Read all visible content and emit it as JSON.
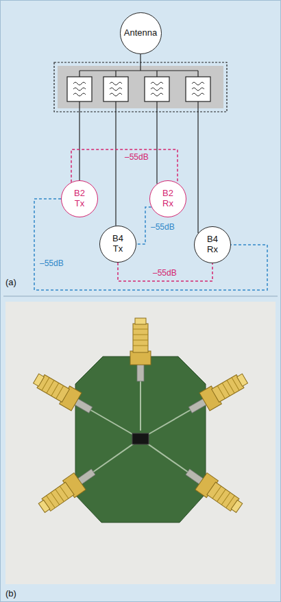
{
  "diagram": {
    "nodes": [
      {
        "text": [
          "Antenna"
        ]
      },
      {
        "text": [
          "B2 Tx"
        ]
      },
      {
        "text": [
          "B2 Rx"
        ]
      },
      {
        "text": [
          "B4 Tx"
        ]
      },
      {
        "text": [
          "B4 Rx"
        ]
      }
    ],
    "edges": [
      {
        "from": 1,
        "to": 2,
        "arrow": "none",
        "label": "–55dB"
      },
      {
        "from": 2,
        "to": 3,
        "arrow": "none",
        "label": "–55dB"
      },
      {
        "from": 3,
        "to": 4,
        "arrow": "none",
        "label": "–55dB"
      },
      {
        "from": 1,
        "to": 4,
        "arrow": "none",
        "label": "–55dB"
      }
    ],
    "labels": [
      "(a)",
      "(b)"
    ]
  }
}
